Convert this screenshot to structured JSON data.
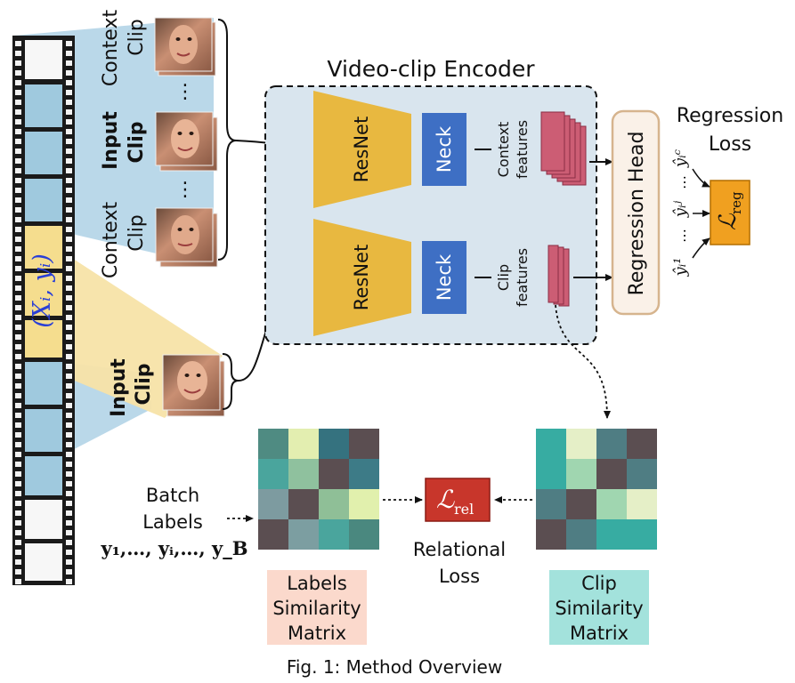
{
  "caption": "Fig. 1: Method Overview",
  "encoder": {
    "title": "Video-clip Encoder",
    "resnet_label": "ResNet",
    "neck_label": "Neck",
    "context_features_line1": "Context",
    "context_features_line2": "features",
    "clip_features_line1": "Clip",
    "clip_features_line2": "features"
  },
  "regression_head": "Regression Head",
  "regression_loss_line1": "Regression",
  "regression_loss_line2": "Loss",
  "loss_reg": "ℒ",
  "loss_reg_sub": "reg",
  "loss_rel": "ℒ",
  "loss_rel_sub": "rel",
  "relational_loss_line1": "Relational",
  "relational_loss_line2": "Loss",
  "film_label": "(Xᵢ, yᵢ)",
  "clips": {
    "context_line1": "Context",
    "context_line2": "Clip",
    "input_line1": "Input",
    "input_line2": "Clip",
    "ellipsis": "⋮"
  },
  "predictions": {
    "p1": "ŷᵢ¹",
    "pj": "ŷᵢʲ",
    "pc": "ŷᵢᶜ",
    "dots": "…"
  },
  "batch": {
    "line1": "Batch",
    "line2": "Labels",
    "line3": "y₁,…, yᵢ,…, y_B"
  },
  "labels_matrix": {
    "line1": "Labels",
    "line2": "Similarity",
    "line3": "Matrix",
    "caption_bg": "#fbd9cc",
    "cells": [
      [
        "#4f8b82",
        "#e3eeb0",
        "#35727f",
        "#5b4e51"
      ],
      [
        "#4aa59d",
        "#8fc19e",
        "#5b4e51",
        "#3d7b87"
      ],
      [
        "#7d9ba0",
        "#5b4e51",
        "#8fbf97",
        "#e1f0ad"
      ],
      [
        "#5b4e51",
        "#7c9ea1",
        "#4aa59d",
        "#4a887f"
      ]
    ]
  },
  "clip_matrix": {
    "line1": "Clip",
    "line2": "Similarity",
    "line3": "Matrix",
    "caption_bg": "#a3e2dc",
    "cells": [
      [
        "#37aca2",
        "#e5efc7",
        "#4f7d83",
        "#5b4e51"
      ],
      [
        "#37aca2",
        "#a0d6b0",
        "#5b4e51",
        "#4f7d83"
      ],
      [
        "#4f7d83",
        "#5b4e51",
        "#a0d6b0",
        "#e5efc7"
      ],
      [
        "#5b4e51",
        "#4f7d83",
        "#37aca2",
        "#37aca2"
      ]
    ]
  },
  "colors": {
    "resnet": "#e8b840",
    "neck": "#3e6fc4",
    "feature": "#cc5d74",
    "loss_reg": "#f0a020",
    "loss_rel": "#c8362b",
    "encoder_bg": "#d9e5ee",
    "reg_head_border": "#d6b48e",
    "film_blue": "#9fc9de",
    "film_yellow": "#f5dd8e"
  }
}
